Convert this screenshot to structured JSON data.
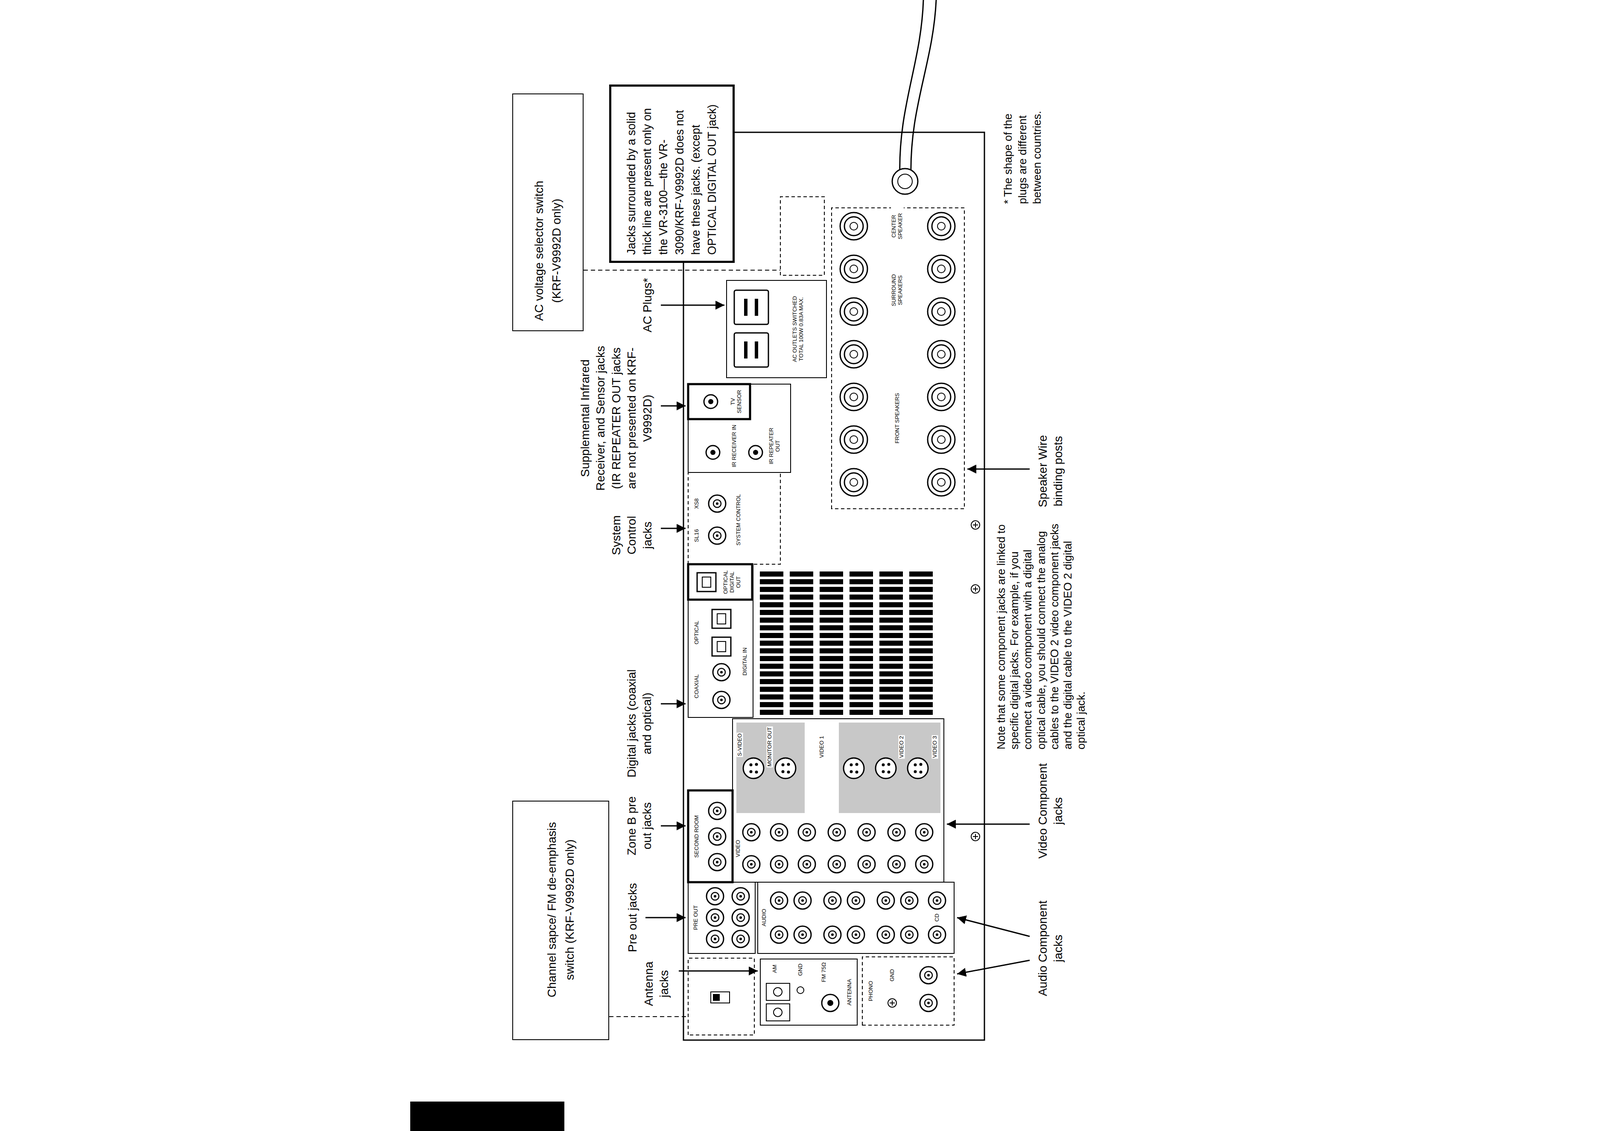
{
  "diagram": {
    "nodes": [
      {
        "text": [
          "Channel sapce/ FM de-emphasis switch (KRF-V9992D only)"
        ]
      },
      {
        "text": [
          "AC voltage selector switch (KRF-V9992D only)"
        ]
      },
      {
        "text": [
          "Jacks surrounded by a solid thick line are present only on the VR-3100—the VR-3090/KRF-V9992D does not have these jacks. (except OPTICAL DIGITAL OUT jack)"
        ]
      }
    ],
    "labels": [
      "Antenna jacks",
      "Pre out jacks",
      "Zone B pre out jacks",
      "Digital jacks (coaxial and optical)",
      "System Control jacks",
      "Supplemental Infrared Receiver, and Sensor jacks (IR REPEATER OUT jacks are not presented on KRF-V9992D)",
      "AC Plugs*",
      "Audio Component jacks",
      "Video Component jacks",
      "Note that some component jacks are linked to specific digital jacks. For example, if you connect a video component with a digital optical cable, you should connect the analog cables to the VIDEO 2 video component jacks and the digital cable to the VIDEO 2 digital optical jack.",
      "Speaker Wire binding posts",
      "* The shape of the plugs are different between countries.",
      "AM",
      "GND",
      "FM 75Ω",
      "ANTENNA",
      "PHONO",
      "GND",
      "PRE OUT",
      "AUDIO",
      "CD",
      "SECOND ROOM",
      "VIDEO",
      "S-VIDEO",
      "MONITOR OUT",
      "VIDEO 1",
      "VIDEO 2",
      "VIDEO 3",
      "DIGITAL IN",
      "COAXIAL",
      "OPTICAL",
      "OPTICAL DIGITAL OUT",
      "SYSTEM CONTROL",
      "SL16",
      "XS8",
      "IR RECEIVER IN",
      "TV SENSOR",
      "IR REPEATER OUT",
      "AC OUTLETS SWITCHED TOTAL 100W 0.83A MAX.",
      "FRONT SPEAKERS",
      "SURROUND SPEAKERS",
      "CENTER SPEAKER"
    ]
  }
}
